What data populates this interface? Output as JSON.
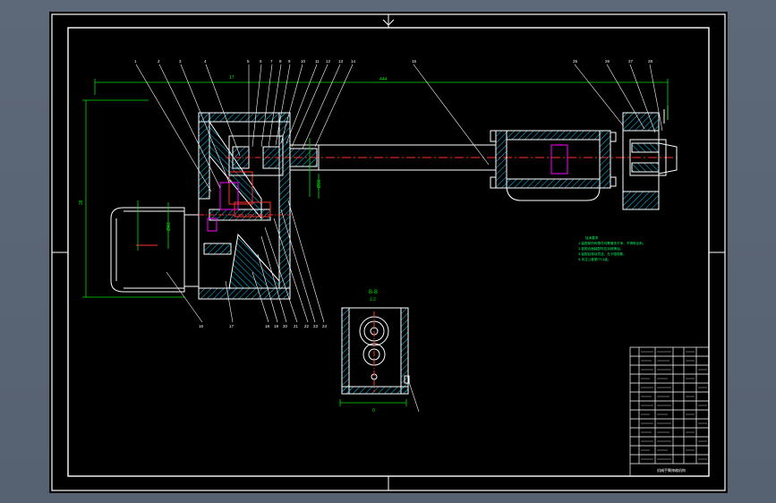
{
  "colors": {
    "background": "#5b6676",
    "paper": "#000000",
    "border": "#ffffff",
    "outline": "#ffffff",
    "dimension": "#00e000",
    "section_hatch": "#00c8ff",
    "parts": "#ff3030",
    "centerline": "#ff3030",
    "highlight": "#ff00ff",
    "notes": "#00ff66",
    "title_block": "#ffffff"
  },
  "callouts_top": [
    "1",
    "2",
    "3",
    "4",
    "5",
    "6",
    "7",
    "8",
    "9",
    "10",
    "11",
    "12",
    "13",
    "14",
    "15"
  ],
  "callouts_bottom": [
    "16",
    "17",
    "18",
    "19",
    "20",
    "21",
    "22",
    "23",
    "24"
  ],
  "callouts_right": [
    "25",
    "26",
    "27",
    "28"
  ],
  "section_label": "B-B",
  "section_scale": "1:2",
  "dims": {
    "overall": "444",
    "left_height": "38",
    "mid_width": "17",
    "center_bore": "Ø36",
    "motor_bore": "Ø40",
    "bottom_width": "0"
  },
  "tech_notes": [
    "技术要求",
    "1.装配前所有零件均需清洗干净，不得有毛刺。",
    "2.各配合面装配时应涂润滑油。",
    "3.装配后转动灵活，无卡阻现象。",
    "4.未注公差按IT12级。"
  ],
  "title_block": {
    "rows": 14,
    "drawing_name": "机械手臂伸缩机构",
    "labels": [
      "序号",
      "代号",
      "名称",
      "数量",
      "材料",
      "备注"
    ]
  },
  "icons": [
    "margin-arrow-icon"
  ]
}
